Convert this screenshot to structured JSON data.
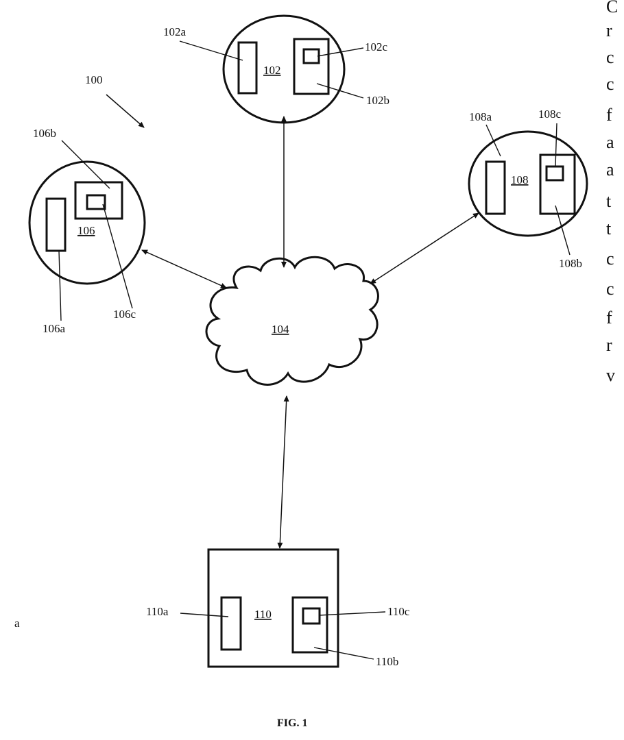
{
  "figure": {
    "caption": "FIG. 1",
    "system_ref": "100",
    "stray_mark": "a"
  },
  "network": {
    "ref": "104"
  },
  "nodes": {
    "n102": {
      "ref": "102",
      "a": "102a",
      "b": "102b",
      "c": "102c"
    },
    "n106": {
      "ref": "106",
      "a": "106a",
      "b": "106b",
      "c": "106c"
    },
    "n108": {
      "ref": "108",
      "a": "108a",
      "b": "108b",
      "c": "108c"
    },
    "n110": {
      "ref": "110",
      "a": "110a",
      "b": "110b",
      "c": "110c"
    }
  },
  "side_text": [
    "C",
    "r",
    "c",
    "c",
    "f",
    "a",
    "a",
    "t",
    "t",
    "c",
    "c",
    "f",
    "r",
    "v"
  ]
}
